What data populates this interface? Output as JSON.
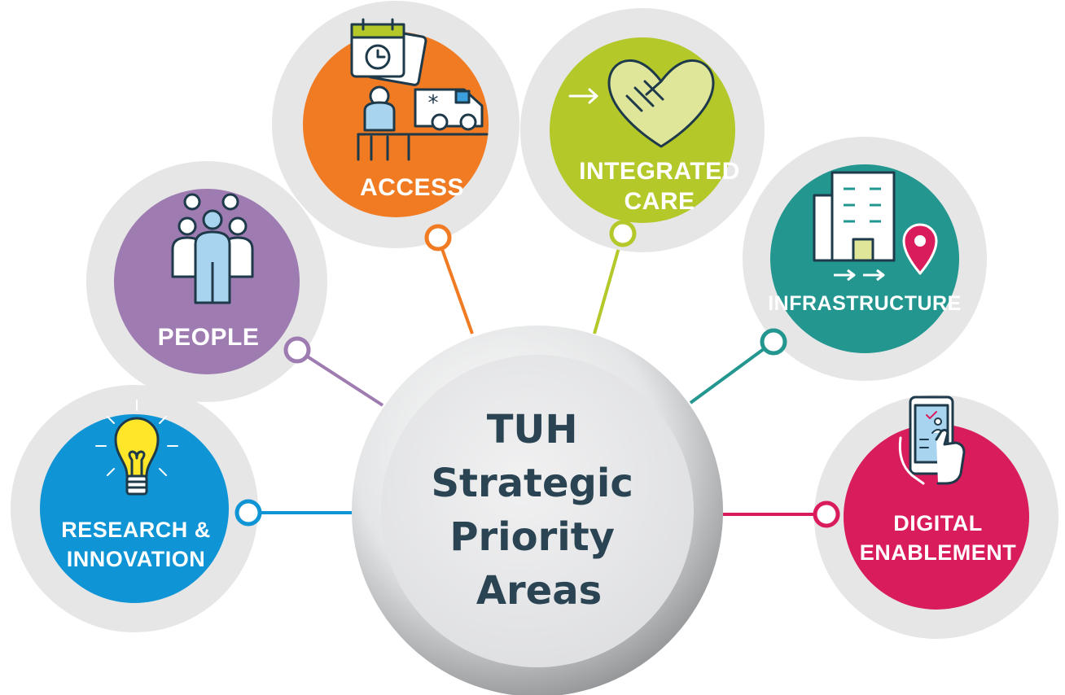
{
  "center": {
    "lines": [
      "TUH",
      "Strategic",
      "Priority",
      "Areas"
    ]
  },
  "areas": [
    {
      "id": "access",
      "lines": [
        "ACCESS"
      ],
      "color": "#f07b23",
      "icon": "clock-desk-ambulance-icon"
    },
    {
      "id": "integrated-care",
      "lines": [
        "INTEGRATED",
        "CARE"
      ],
      "color": "#b4c82a",
      "icon": "handshake-icon"
    },
    {
      "id": "people",
      "lines": [
        "PEOPLE"
      ],
      "color": "#9e7bb0",
      "icon": "people-group-icon"
    },
    {
      "id": "infrastructure",
      "lines": [
        "INFRASTRUCTURE"
      ],
      "color": "#22968f",
      "icon": "building-location-icon"
    },
    {
      "id": "research-innovation",
      "lines": [
        "RESEARCH &",
        "INNOVATION"
      ],
      "color": "#0f94d5",
      "icon": "lightbulb-icon"
    },
    {
      "id": "digital-enablement",
      "lines": [
        "DIGITAL",
        "ENABLEMENT"
      ],
      "color": "#d91c5c",
      "icon": "smartphone-touch-icon"
    }
  ]
}
